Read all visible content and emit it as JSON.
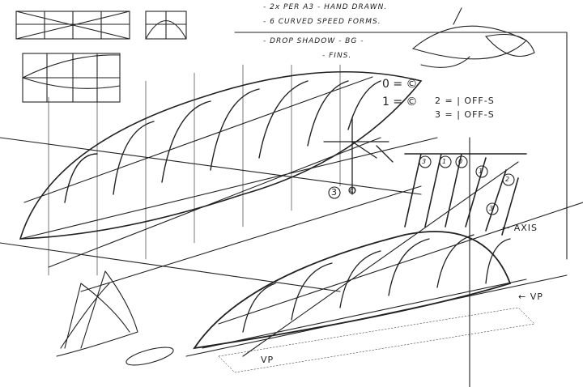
{
  "notes": {
    "line1": "- 2x PER A3   - HAND DRAWN.",
    "line2": "- 6 CURVED SPEED FORMS.",
    "line3": "- DROP SHADOW - BG -",
    "line4": "- FINS."
  },
  "legend": {
    "row0": "0 = ©",
    "row1": "1 = ©",
    "row2": "2 = | OFF-S",
    "row3": "3 = | OFF-S"
  },
  "labels": {
    "axis": "← AXIS",
    "vp_right": "← VP",
    "vp_left": "VP",
    "three": "3",
    "circle_c": "©",
    "fin_numbers": [
      "3",
      "1",
      "0",
      "1",
      "2",
      "3"
    ]
  },
  "colors": {
    "ink": "#222222",
    "paper": "#ffffff"
  }
}
